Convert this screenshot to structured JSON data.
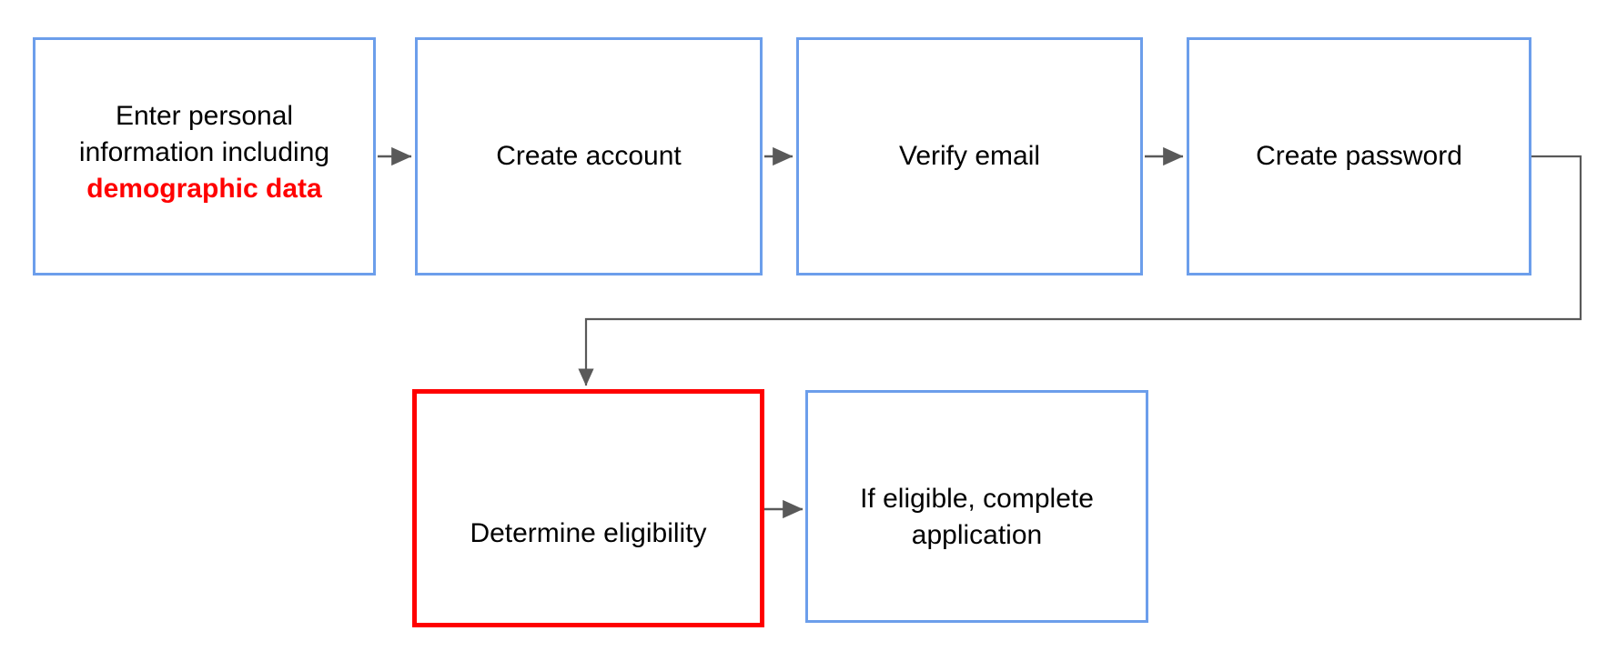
{
  "diagram": {
    "type": "flowchart",
    "orientation": "left-to-right, wrapping to second row",
    "background_color": "#ffffff",
    "colors": {
      "node_border_default": "#6c9eeb",
      "node_border_highlight": "#ff0000",
      "node_fill": "#ffffff",
      "text": "#000000",
      "text_highlight": "#ff0000",
      "connector": "#595959"
    },
    "nodes": [
      {
        "id": "personal-info",
        "label_line1": "Enter personal",
        "label_line2": "information including",
        "label_line3": "demographic data",
        "highlight_text": "demographic data",
        "border_color": "#6c9eeb",
        "highlighted": false
      },
      {
        "id": "create-account",
        "label": "Create account",
        "border_color": "#6c9eeb",
        "highlighted": false
      },
      {
        "id": "verify-email",
        "label": "Verify email",
        "border_color": "#6c9eeb",
        "highlighted": false
      },
      {
        "id": "create-password",
        "label": "Create password",
        "border_color": "#6c9eeb",
        "highlighted": false
      },
      {
        "id": "determine-eligibility",
        "label": "Determine eligibility",
        "border_color": "#ff0000",
        "highlighted": true
      },
      {
        "id": "complete-application",
        "label": "If eligible, complete\napplication",
        "border_color": "#6c9eeb",
        "highlighted": false
      }
    ],
    "edges": [
      {
        "id": "e1",
        "from": "personal-info",
        "to": "create-account",
        "style": "straight-arrow"
      },
      {
        "id": "e2",
        "from": "create-account",
        "to": "verify-email",
        "style": "straight-arrow"
      },
      {
        "id": "e3",
        "from": "verify-email",
        "to": "create-password",
        "style": "straight-arrow"
      },
      {
        "id": "e4",
        "from": "create-password",
        "to": "determine-eligibility",
        "style": "elbow-wrap-arrow"
      },
      {
        "id": "e5",
        "from": "determine-eligibility",
        "to": "complete-application",
        "style": "straight-arrow"
      }
    ]
  }
}
